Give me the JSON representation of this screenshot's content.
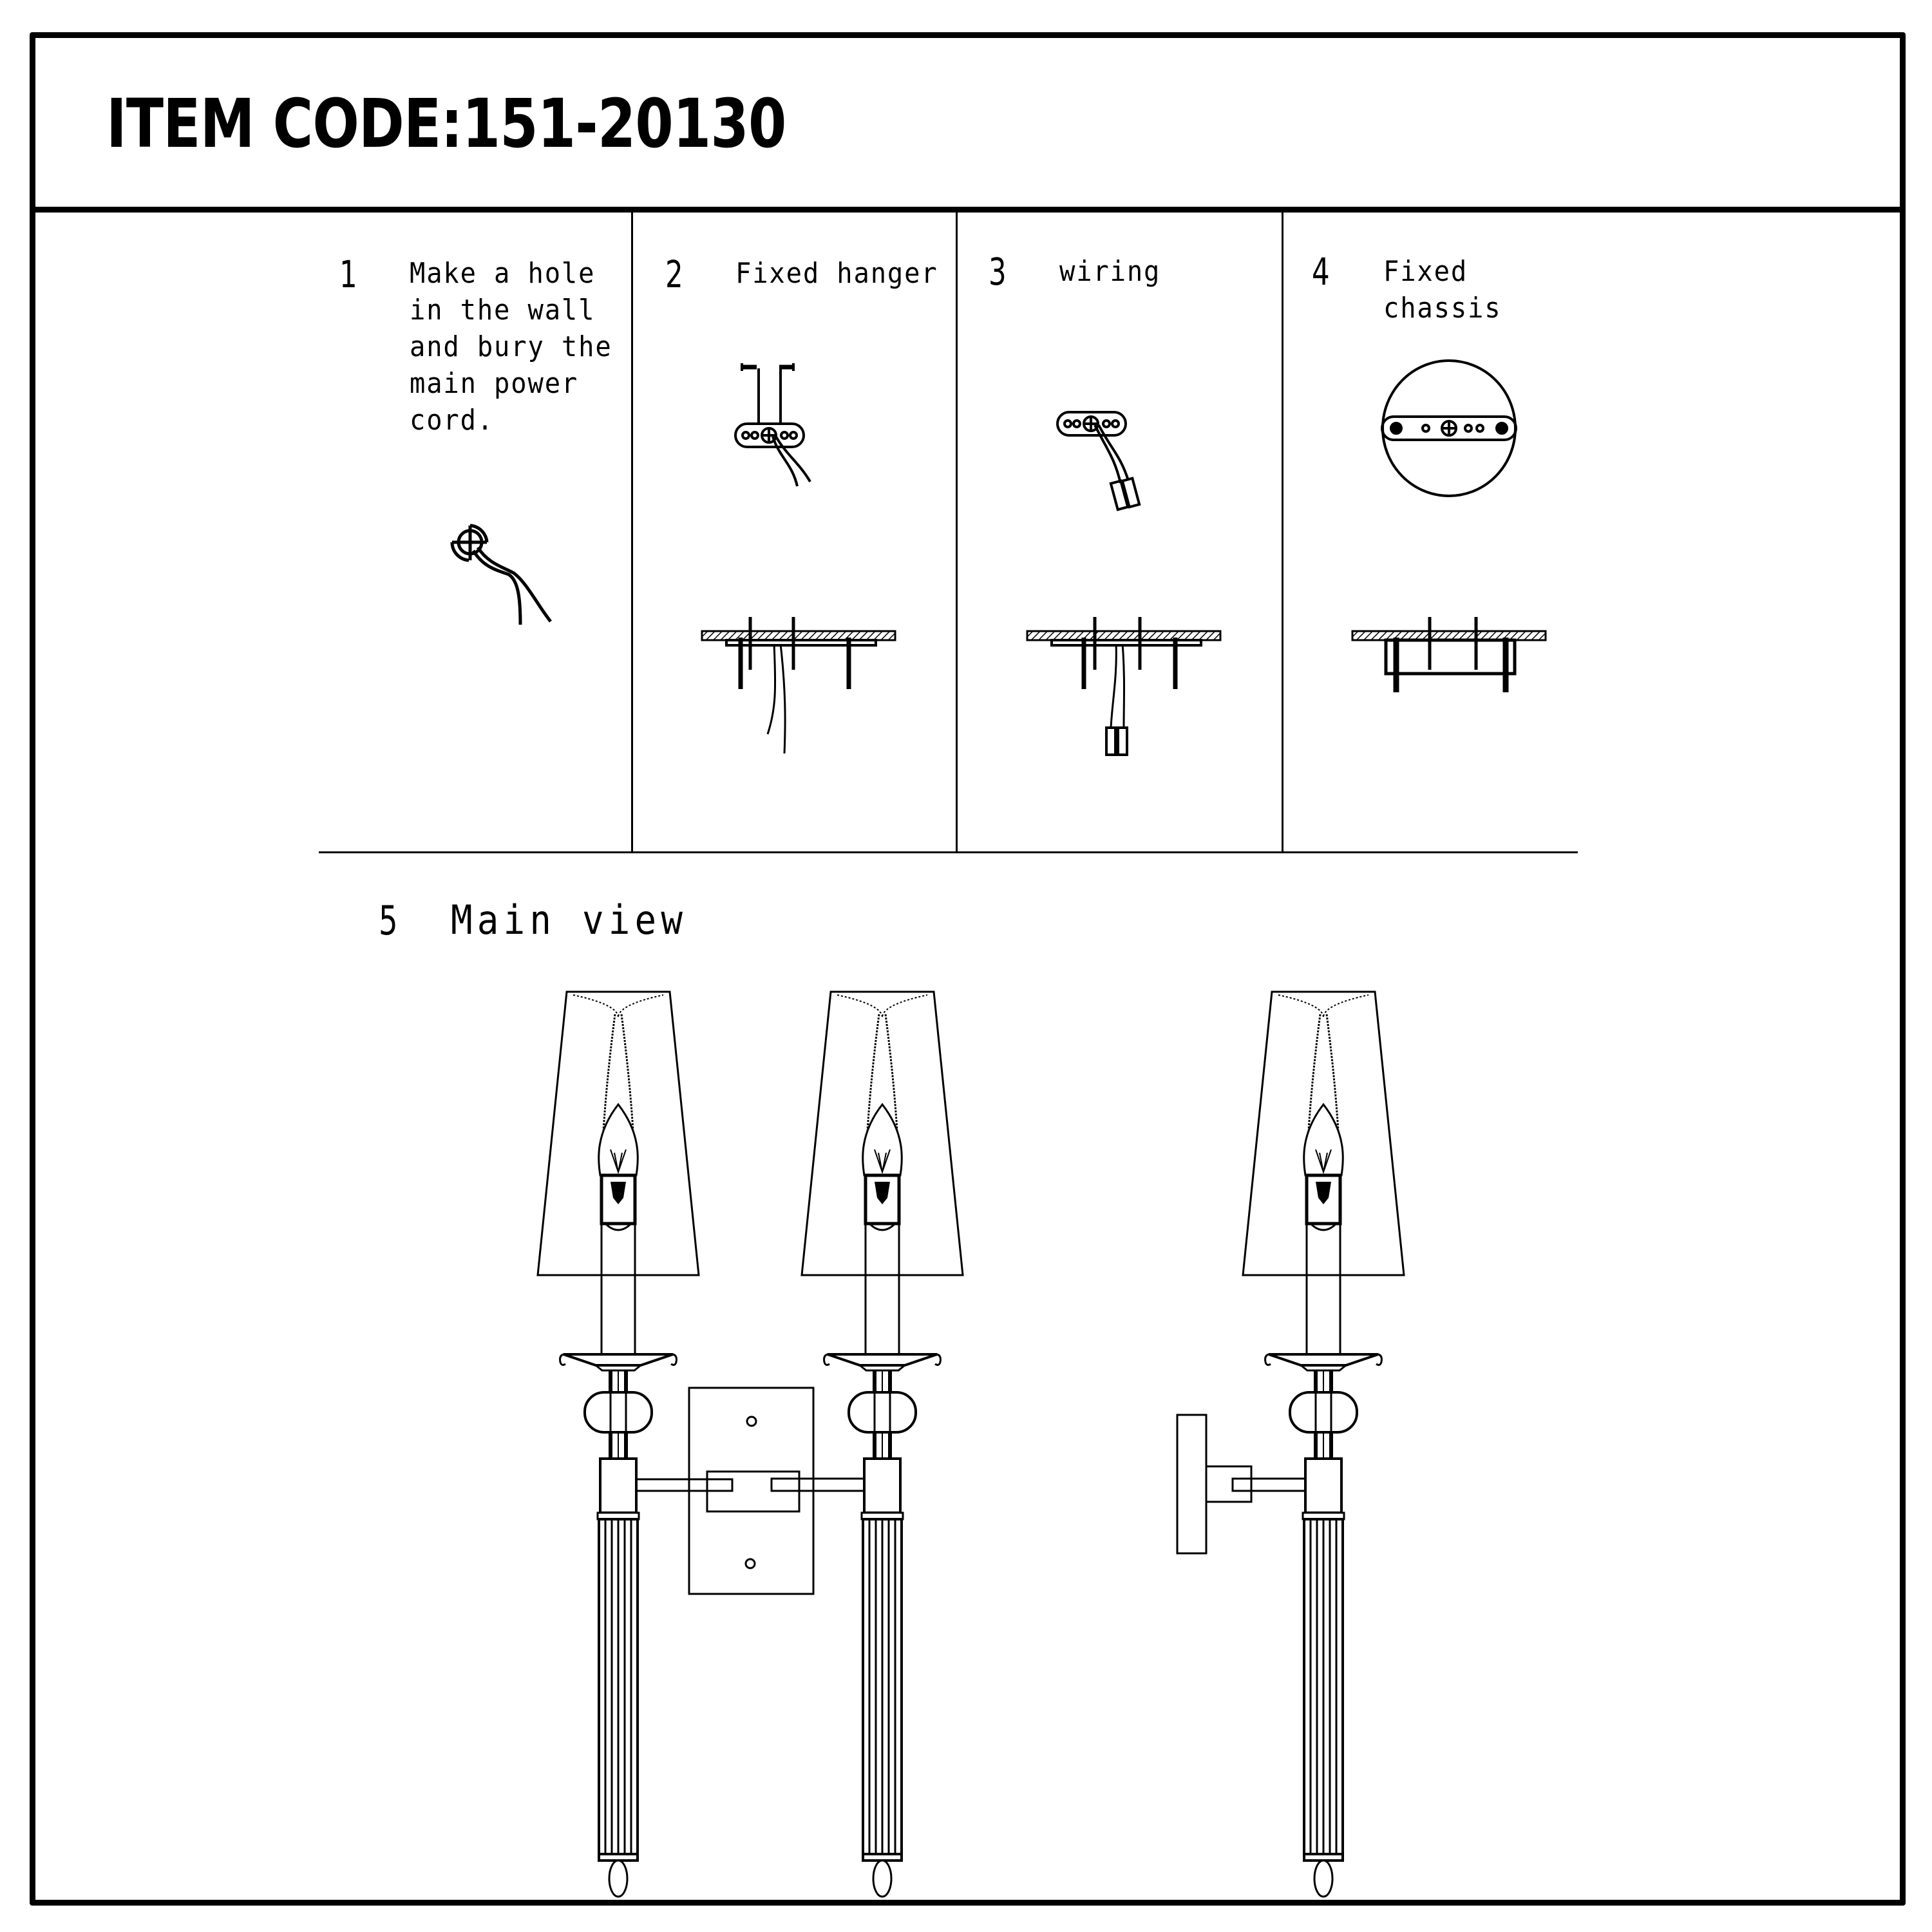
{
  "document": {
    "title": "ITEM CODE:151-20130",
    "steps": [
      {
        "number": "1",
        "label": "Make a hole\nin the wall\nand bury the\nmain power\ncord."
      },
      {
        "number": "2",
        "label": "Fixed hanger"
      },
      {
        "number": "3",
        "label": "wiring"
      },
      {
        "number": "4",
        "label": "Fixed\nchassis"
      }
    ],
    "main_view": {
      "number": "5",
      "label": "Main view"
    },
    "figures": {
      "step1": "wall hole with power cord",
      "step2": "mounting bar with screws, top and side view",
      "step3": "mounting bar with wire connector, top and side view",
      "step4": "round chassis over mounting bar, top and side view",
      "main_view": "double-arm wall sconce front view with tapered shades, candle bulbs, fluted stems; single-arm side view"
    },
    "colors": {
      "ink": "#000000",
      "paper": "#ffffff"
    }
  }
}
